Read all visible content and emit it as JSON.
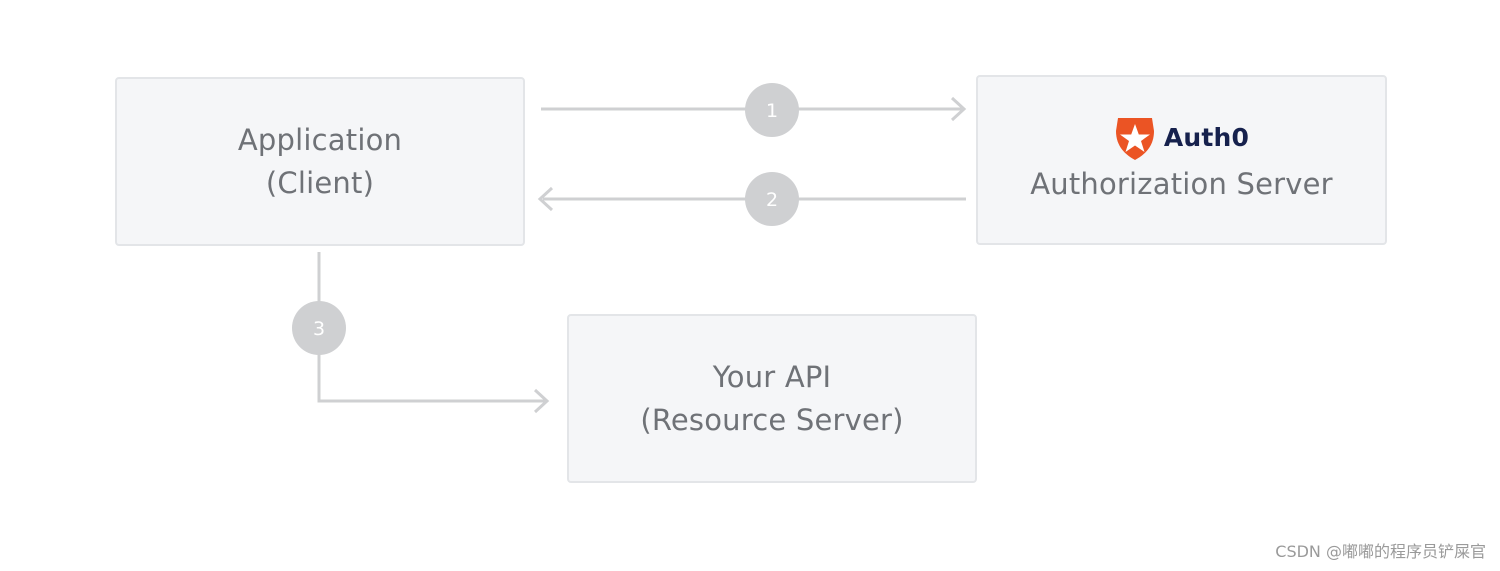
{
  "application": {
    "line1": "Application",
    "line2": "(Client)"
  },
  "authorization_server": {
    "brand": "Auth0",
    "label": "Authorization Server"
  },
  "resource_server": {
    "line1": "Your API",
    "line2": "(Resource Server)"
  },
  "steps": [
    "1",
    "2",
    "3"
  ],
  "watermark": "CSDN @嘟嘟的程序员铲屎官",
  "colors": {
    "box_fill": "#f5f6f8",
    "box_border": "#e3e5e8",
    "connector": "#cfd0d2",
    "badge": "#cfd0d2",
    "brand_orange": "#eb5424",
    "brand_text": "#16214d"
  }
}
